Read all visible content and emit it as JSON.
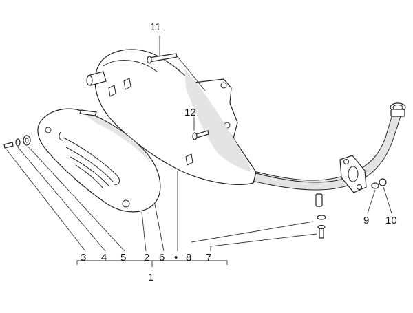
{
  "diagram": {
    "callouts": {
      "c1": "1",
      "c2": "2",
      "c3": "3",
      "c4": "4",
      "c5": "5",
      "c6": "6",
      "c7": "7",
      "c8": "8",
      "c9": "9",
      "c10": "10",
      "c11": "11",
      "c12": "12"
    },
    "bullet": "•",
    "parts": [
      "muffler-body",
      "heat-shield",
      "exhaust-pipe",
      "inlet-flange",
      "mounting-bracket",
      "screws",
      "washers",
      "gasket"
    ]
  }
}
